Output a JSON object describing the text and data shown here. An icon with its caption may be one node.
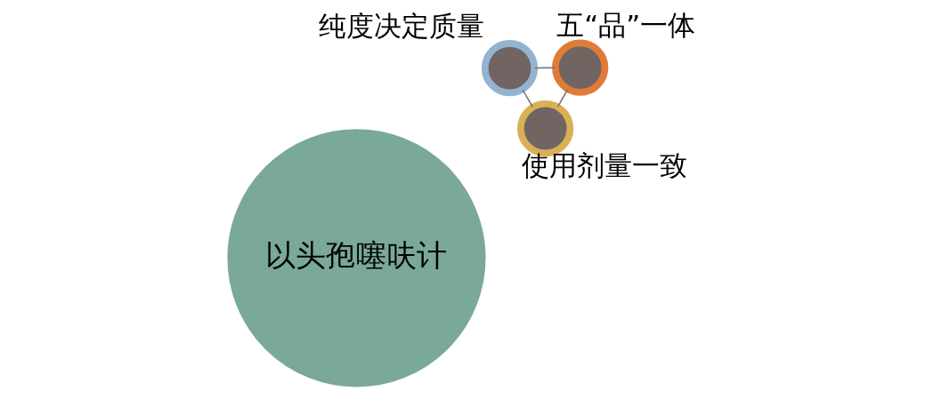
{
  "diagram": {
    "nodes": [
      {
        "text": [],
        "shape": "circle",
        "beside": [
          "纯度决定质量"
        ]
      },
      {
        "text": [],
        "shape": "circle",
        "beside": [
          "五“品”一体"
        ]
      },
      {
        "text": [
          "以头孢噻呋计"
        ]
      },
      {
        "text": [],
        "shape": "circle",
        "beside": [
          "使用剂量一致"
        ]
      }
    ],
    "edges": [
      {
        "from": 1,
        "to": 0,
        "arrow": "none"
      },
      {
        "from": 1,
        "to": 3,
        "arrow": "none"
      },
      {
        "from": 0,
        "to": 3,
        "arrow": "none"
      }
    ]
  }
}
